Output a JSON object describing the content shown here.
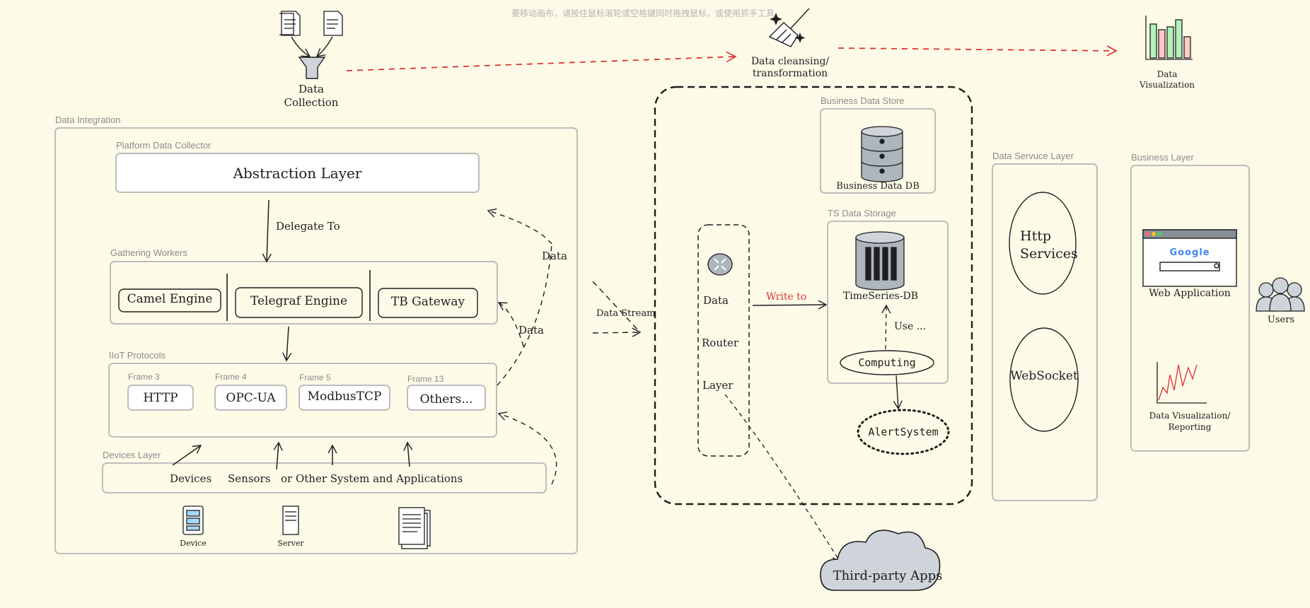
{
  "canvas_tip": "要移动画布，请按住鼠标滚轮或空格键同时拖拽鼠标，或使用抓手工具",
  "colors": {
    "background": "#fdfbe8",
    "stroke": "#1e1e1e",
    "frame": "#bdbdbd",
    "accent": "#e03131",
    "bar_green": "#b2f2bb",
    "bar_red": "#ffc9c9",
    "cloud": "#ced4da"
  },
  "top_flow": {
    "collection": [
      "Data",
      "Collection"
    ],
    "cleansing": [
      "Data cleansing/",
      "transformation"
    ],
    "visualization": [
      "Data",
      "Visualization"
    ]
  },
  "integration": {
    "frame_label": "Data Integration",
    "collector": {
      "frame_label": "Platform Data Collector",
      "title": "Abstraction Layer"
    },
    "delegate": "Delegate To",
    "workers": {
      "frame_label": "Gathering Workers",
      "engines": [
        "Camel Engine",
        "Telegraf Engine",
        "TB Gateway"
      ]
    },
    "protocols": {
      "frame_label": "IIoT Protocols",
      "items": [
        {
          "frame": "Frame 3",
          "label": "HTTP"
        },
        {
          "frame": "Frame 4",
          "label": "OPC-UA"
        },
        {
          "frame": "Frame 5",
          "label": "ModbusTCP"
        },
        {
          "frame": "Frame 13",
          "label": "Others..."
        }
      ]
    },
    "data_labels": [
      "Data",
      "Data"
    ],
    "devices": {
      "frame_label": "Devices Layer",
      "text": [
        "Devices",
        "Sensors",
        "or Other System and Applications"
      ],
      "icons": [
        "Device",
        "Server"
      ]
    }
  },
  "stream_label": "Data Stream",
  "core": {
    "router": [
      "Data",
      "Router",
      "Layer"
    ],
    "write_to": "Write to",
    "business_store": {
      "frame_label": "Business Data Store",
      "db_label": "Business Data DB"
    },
    "ts_storage": {
      "frame_label": "TS Data Storage",
      "db_label": "TimeSeries-DB",
      "use": "Use ...",
      "computing": "Computing"
    },
    "alert": "AlertSystem"
  },
  "third_party": "Third-party Apps",
  "service_layer": {
    "frame_label": "Data Servuce Layer",
    "http": [
      "Http",
      "Services"
    ],
    "websocket": "WebSocket"
  },
  "business_layer": {
    "frame_label": "Business Layer",
    "web_app": "Web Application",
    "search_brand": "Google",
    "reporting": [
      "Data Visualization/",
      "Reporting"
    ]
  },
  "users": "Users"
}
